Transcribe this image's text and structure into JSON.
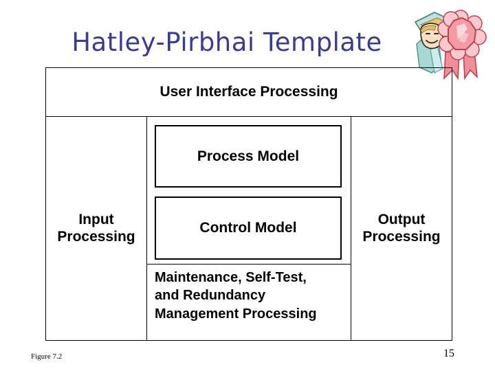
{
  "slide": {
    "title": "Hatley-Pirbhai Template",
    "title_color": "#3b3b8f",
    "page_number": "15",
    "figure_caption": "Figure 7.2"
  },
  "clipart": {
    "name": "person-with-award-ribbon-clipart",
    "ribbon_color": "#f08f9a",
    "ribbon_light": "#fbd3d6",
    "skin_color": "#f7d9b6",
    "hair_color": "#e0c070",
    "collar_color": "#a8d8d4"
  },
  "diagram": {
    "header": {
      "label": "User Interface Processing"
    },
    "left_column": {
      "label": "Input\nProcessing",
      "line1": "Input",
      "line2": "Processing"
    },
    "right_column": {
      "label": "Output\nProcessing",
      "line1": "Output",
      "line2": "Processing"
    },
    "center_column": {
      "boxes": [
        {
          "label": "Process Model"
        },
        {
          "label": "Control Model"
        }
      ],
      "maintenance": {
        "line1": "Maintenance, Self-Test,",
        "line2": "and Redundancy",
        "line3": "Management Processing"
      }
    }
  }
}
